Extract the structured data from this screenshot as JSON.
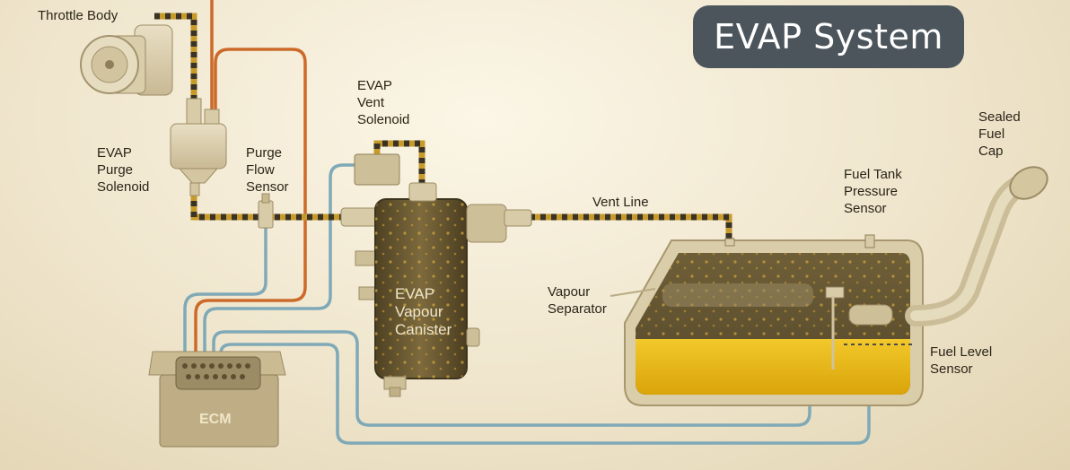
{
  "title": "EVAP System",
  "labels": {
    "throttle_body": "Throttle Body",
    "evap_purge_solenoid": "EVAP\nPurge\nSolenoid",
    "purge_flow_sensor": "Purge\nFlow\nSensor",
    "evap_vent_solenoid": "EVAP\nVent\nSolenoid",
    "vent_line": "Vent Line",
    "sealed_fuel_cap": "Sealed\nFuel\nCap",
    "fuel_tank_pressure_sensor": "Fuel Tank\nPressure\nSensor",
    "vapour_separator": "Vapour\nSeparator",
    "fuel_level_sensor": "Fuel Level\nSensor",
    "evap_vapour_canister": "EVAP\nVapour\nCanister",
    "ecm": "ECM"
  },
  "colors": {
    "vapour_line": "#c79a2c",
    "vapour_line_stripe": "#3a3324",
    "signal_wire_orange": "#cc6a2a",
    "signal_wire_blue": "#7fa9b7",
    "fuel": "#e8b90f",
    "canister": "#6b5a33",
    "title_badge": "#4b555b"
  }
}
